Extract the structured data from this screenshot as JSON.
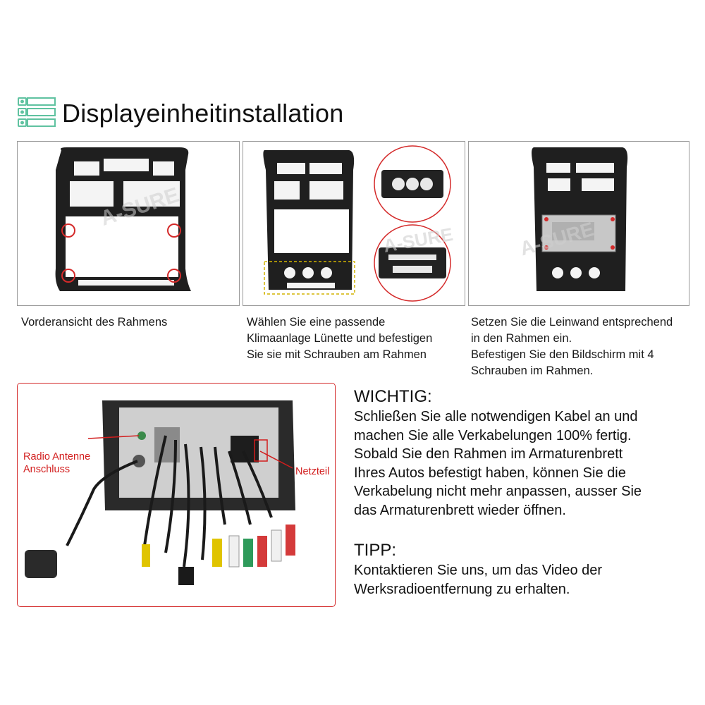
{
  "header": {
    "title": "Displayeinheitinstallation",
    "icon": "list-icon",
    "accent_color": "#5fc2a0"
  },
  "steps": [
    {
      "caption": "Vorderansicht des Rahmens"
    },
    {
      "caption": "Wählen Sie eine passende\nKlimaanlage Lünette und befestigen\nSie sie mit Schrauben am Rahmen"
    },
    {
      "caption": "Setzen Sie die Leinwand entsprechend\nin den Rahmen ein.\nBefestigen Sie den Bildschirm mit 4\nSchrauben im Rahmen."
    }
  ],
  "watermark": "A-SURE",
  "wiring": {
    "antenna_label": "Radio Antenne\nAnschluss",
    "power_label": "Netzteil",
    "callout_color": "#d21d1d"
  },
  "important": {
    "heading": "WICHTIG:",
    "text": "Schließen Sie alle notwendigen Kabel an und\nmachen Sie alle Verkabelungen 100% fertig.\nSobald Sie den Rahmen im Armaturenbrett\nIhres Autos befestigt haben, können Sie die\nVerkabelung nicht mehr anpassen, ausser Sie\ndas Armaturenbrett wieder öffnen."
  },
  "tip": {
    "heading": "TIPP:",
    "text": "Kontaktieren Sie uns, um das Video der\nWerksradioentfernung zu erhalten."
  }
}
